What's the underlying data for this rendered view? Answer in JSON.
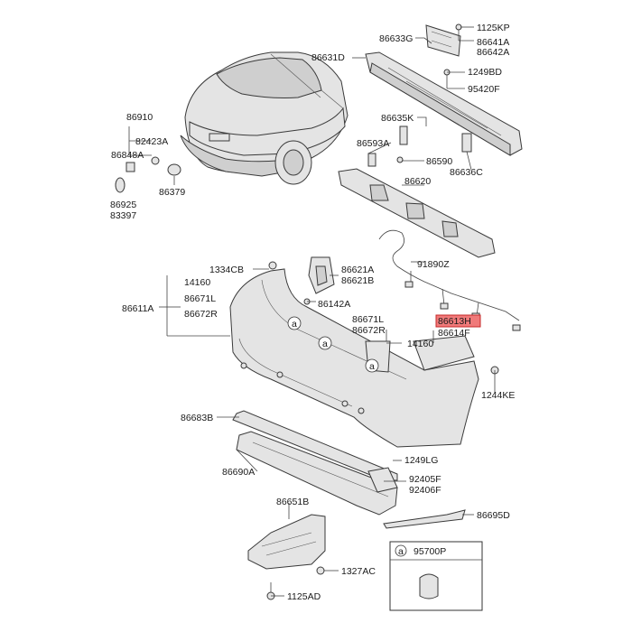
{
  "labels": {
    "p1125KP": "1125KP",
    "p86633G": "86633G",
    "p86641A": "86641A",
    "p86642A": "86642A",
    "p86631D": "86631D",
    "p1249BD": "1249BD",
    "p95420F": "95420F",
    "p86910": "86910",
    "p82423A": "82423A",
    "p86848A": "86848A",
    "p86635K": "86635K",
    "p86593A": "86593A",
    "p86590": "86590",
    "p86636C": "86636C",
    "p86925": "86925",
    "p83397": "83397",
    "p86379": "86379",
    "p86620": "86620",
    "p91890Z": "91890Z",
    "p1334CB": "1334CB",
    "p14160a": "14160",
    "p86671La": "86671L",
    "p86611A": "86611A",
    "p86672Ra": "86672R",
    "p86621A": "86621A",
    "p86621B": "86621B",
    "p86142A": "86142A",
    "p86671Lb": "86671L",
    "p86672Rb": "86672R",
    "p86613H": "86613H",
    "p86614F": "86614F",
    "p14160b": "14160",
    "p1244KE": "1244KE",
    "p86683B": "86683B",
    "p1249LG": "1249LG",
    "p86690A": "86690A",
    "p92405F": "92405F",
    "p92406F": "92406F",
    "p86651B": "86651B",
    "p86695D": "86695D",
    "p95700P": "95700P",
    "p1327AC": "1327AC",
    "p1125AD": "1125AD",
    "refA": "a"
  },
  "highlight_color": "#f07a7a"
}
